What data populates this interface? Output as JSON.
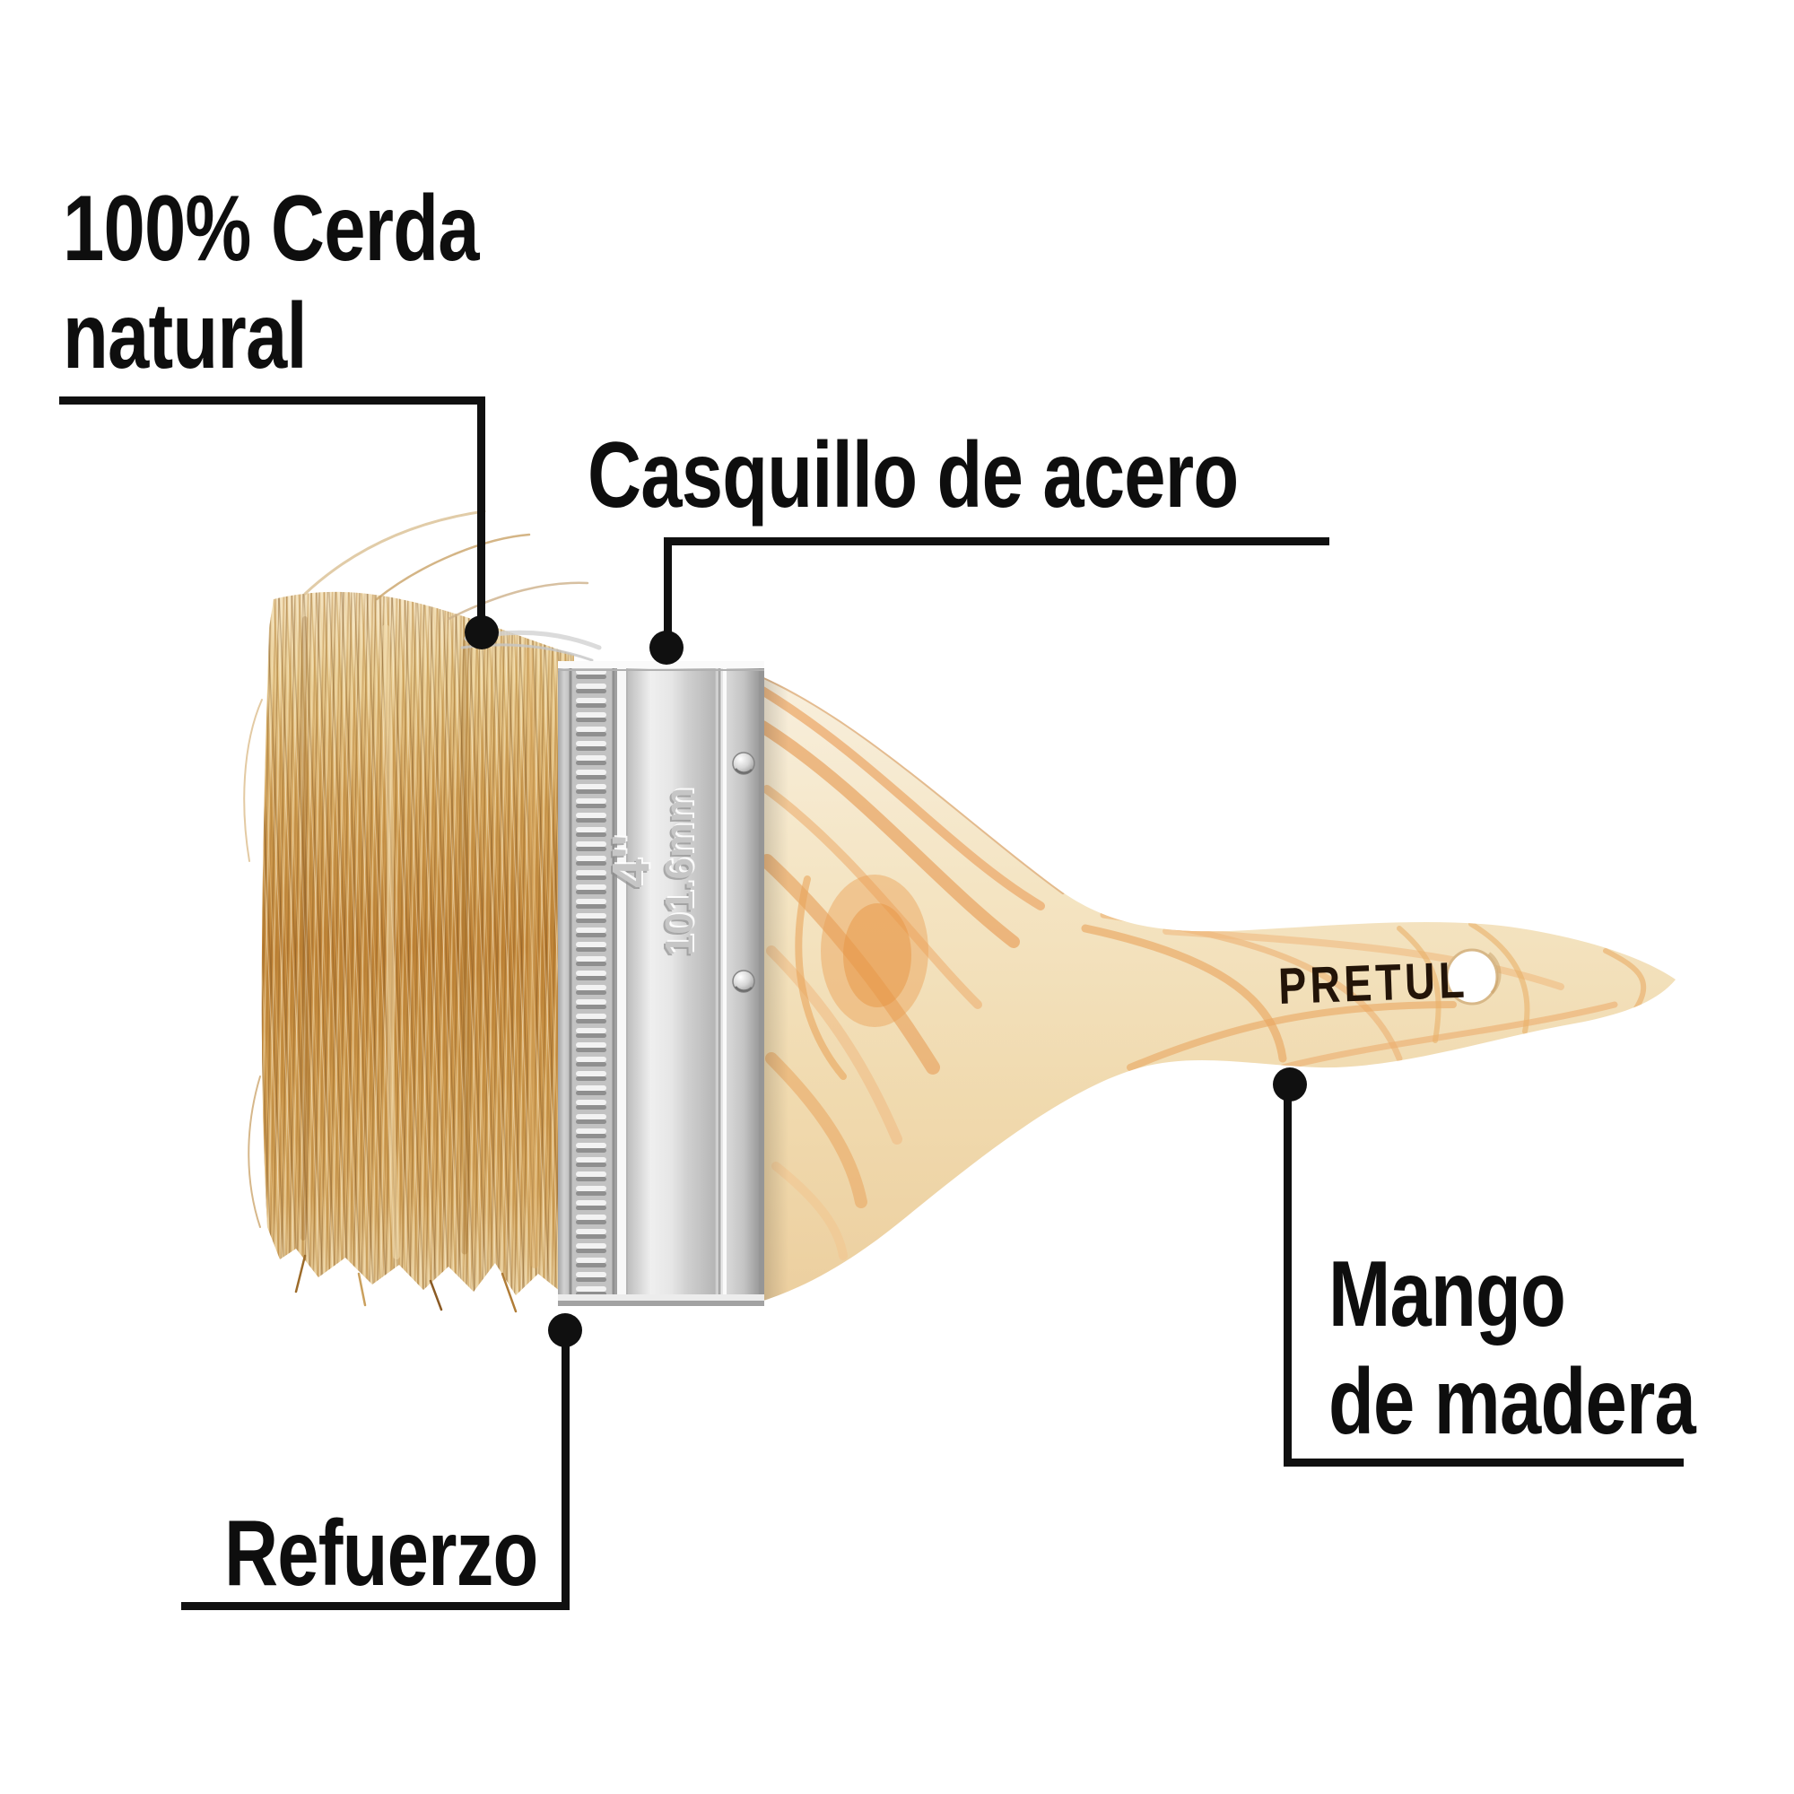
{
  "page": {
    "background": "#ffffff"
  },
  "brand": {
    "name": "PRETUL"
  },
  "ferrule_markings": {
    "size_inches": "4''",
    "size_mm": "101.6mm"
  },
  "callout_labels": {
    "bristles": {
      "line1": "100% Cerda",
      "line2": "natural"
    },
    "ferrule": {
      "label": "Casquillo de acero"
    },
    "reinforcement": {
      "label": "Refuerzo"
    },
    "handle": {
      "line1": "Mango",
      "line2": "de madera"
    }
  },
  "colors": {
    "label_text": "#0e0e0e",
    "callout_line": "#101010",
    "bristle_mid": "#c78e41",
    "bristle_dark": "#8a5a24",
    "bristle_light": "#f3e2c0",
    "ferrule_silver": "#d9d9d9",
    "wood_light": "#f5e7cb",
    "wood_grain": "#e8a35f"
  }
}
